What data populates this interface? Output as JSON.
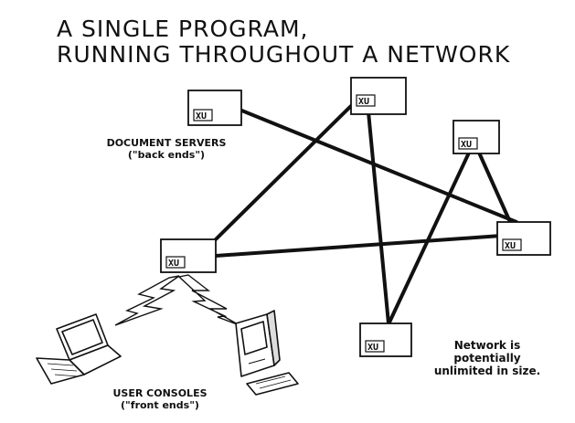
{
  "title_line1": "A SINGLE PROGRAM,",
  "title_line2": "RUNNING THROUGHOUT A NETWORK",
  "node_badge": "XU",
  "servers_label": {
    "line1": "DOCUMENT SERVERS",
    "line2": "(\"back ends\")"
  },
  "consoles_label": {
    "line1": "USER CONSOLES",
    "line2": "(\"front ends\")"
  },
  "network_note": {
    "line1": "Network is",
    "line2": "potentially",
    "line3": "unlimited in size."
  }
}
